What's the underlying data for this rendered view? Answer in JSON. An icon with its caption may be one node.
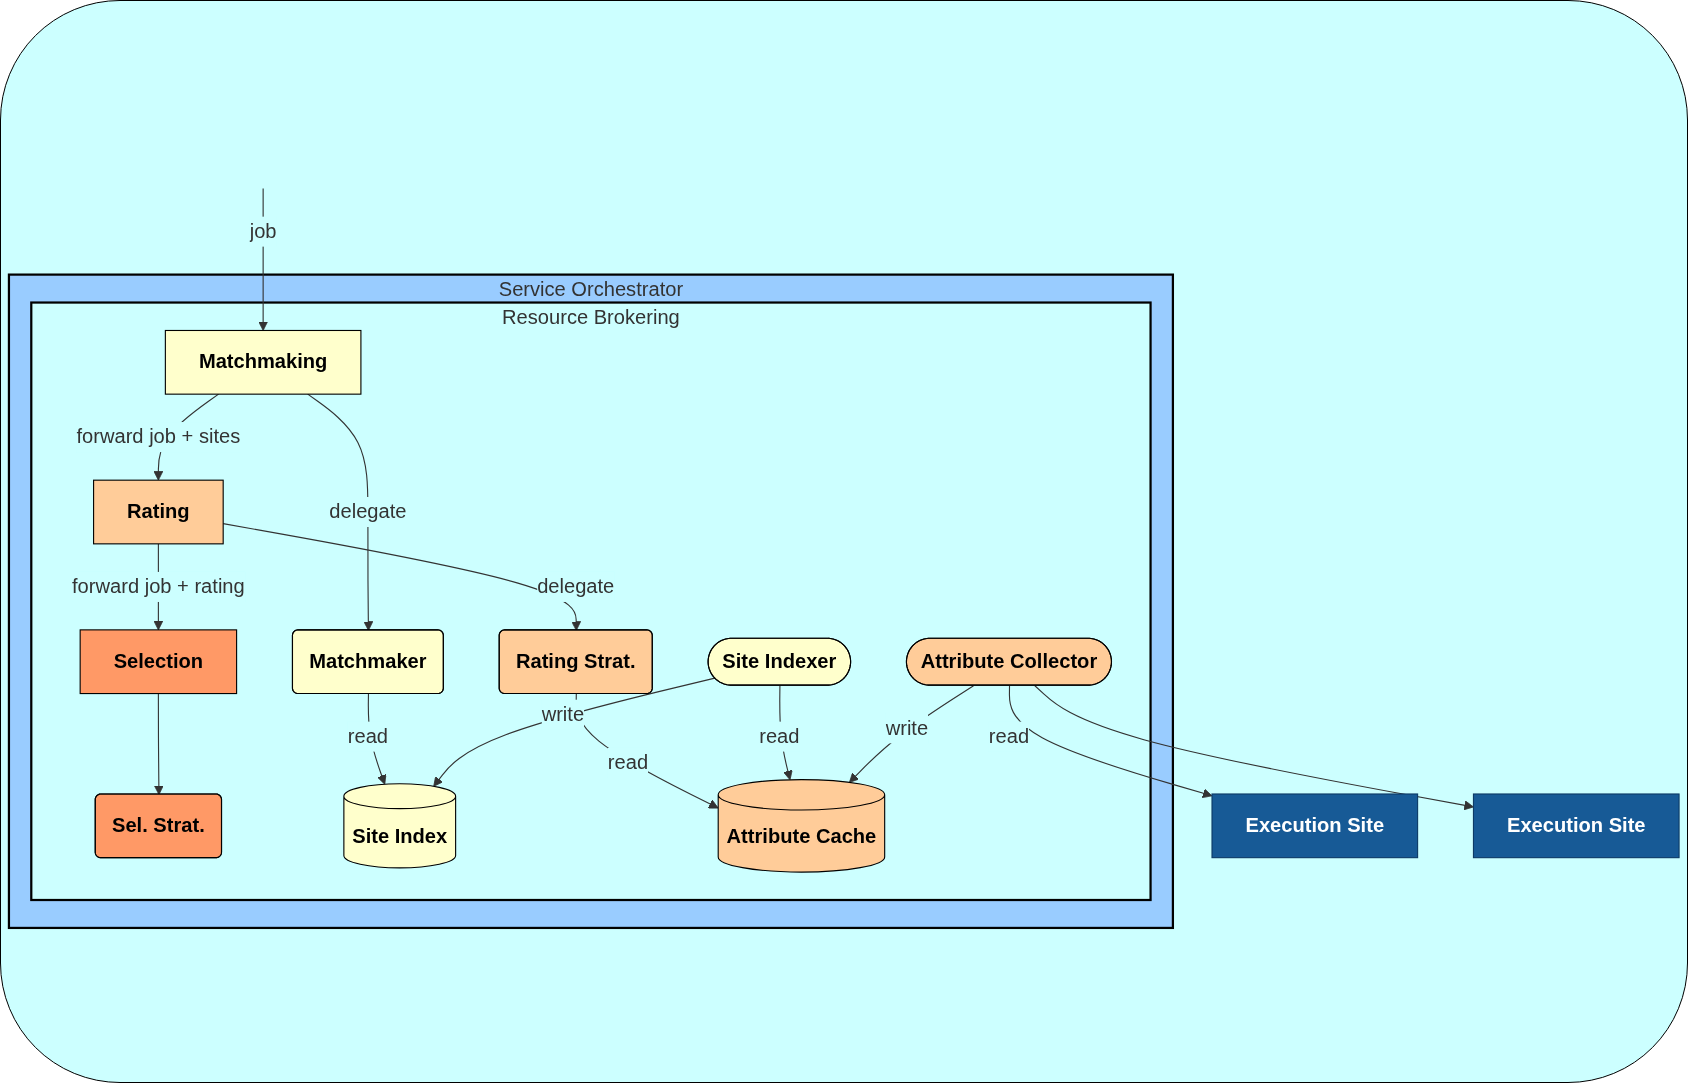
{
  "diagram": {
    "nodes": [
      {
        "text": [
          "Service Orchestrator"
        ]
      },
      {
        "text": [
          "Resource Brokering"
        ],
        "in": 0
      },
      {
        "text": [
          "Matchmaking"
        ],
        "in": 1
      },
      {
        "text": [
          "Rating"
        ],
        "in": 1
      },
      {
        "text": [
          "Selection"
        ],
        "in": 1
      },
      {
        "text": [
          "Matchmaker"
        ],
        "in": 1
      },
      {
        "text": [
          "Rating Strat."
        ],
        "in": 1
      },
      {
        "text": [
          "Sel. Strat."
        ],
        "in": 1
      },
      {
        "text": [
          "Site Index"
        ],
        "in": 1
      },
      {
        "text": [
          "Attribute Cache"
        ],
        "in": 1
      },
      {
        "text": [
          "Site Indexer"
        ],
        "in": 1
      },
      {
        "text": [
          "Attribute Collector"
        ],
        "in": 1
      },
      {
        "text": [
          "Execution Site"
        ]
      },
      {
        "text": [
          "Execution Site"
        ]
      }
    ],
    "edges": [
      {
        "from": null,
        "to": 2,
        "arrow": "to",
        "label": "job"
      },
      {
        "from": 2,
        "to": 3,
        "arrow": "to",
        "label": "forward job + sites"
      },
      {
        "from": 3,
        "to": 4,
        "arrow": "to",
        "label": "forward job + rating"
      },
      {
        "from": 2,
        "to": 5,
        "arrow": "to",
        "label": "delegate"
      },
      {
        "from": 3,
        "to": 6,
        "arrow": "to",
        "label": "delegate"
      },
      {
        "from": 4,
        "to": 7,
        "arrow": "to"
      },
      {
        "from": 5,
        "to": 8,
        "arrow": "to",
        "label": "read"
      },
      {
        "from": 6,
        "to": 9,
        "arrow": "to",
        "label": "read"
      },
      {
        "from": 10,
        "to": 8,
        "arrow": "to",
        "label": "write"
      },
      {
        "from": 10,
        "to": 9,
        "arrow": "to",
        "label": "read"
      },
      {
        "from": 11,
        "to": 9,
        "arrow": "to",
        "label": "write"
      },
      {
        "from": 11,
        "to": 12,
        "arrow": "to",
        "label": "read"
      },
      {
        "from": 11,
        "to": 13,
        "arrow": "to"
      }
    ]
  }
}
